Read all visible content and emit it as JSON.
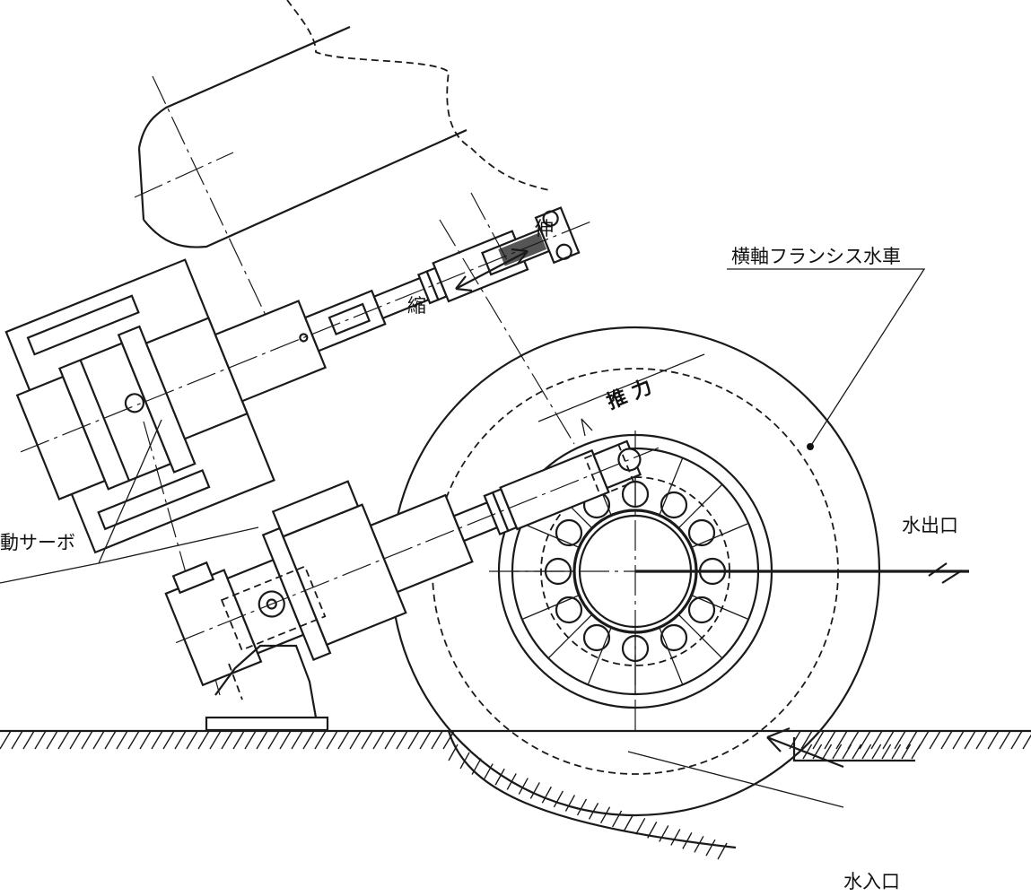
{
  "labels": {
    "extend": "伸",
    "retract": "縮",
    "turbine": "横軸フランシス水車",
    "thrust": "推 力",
    "servo": "動サーボ",
    "water_outlet": "水出口",
    "water_inlet": "水入口"
  }
}
